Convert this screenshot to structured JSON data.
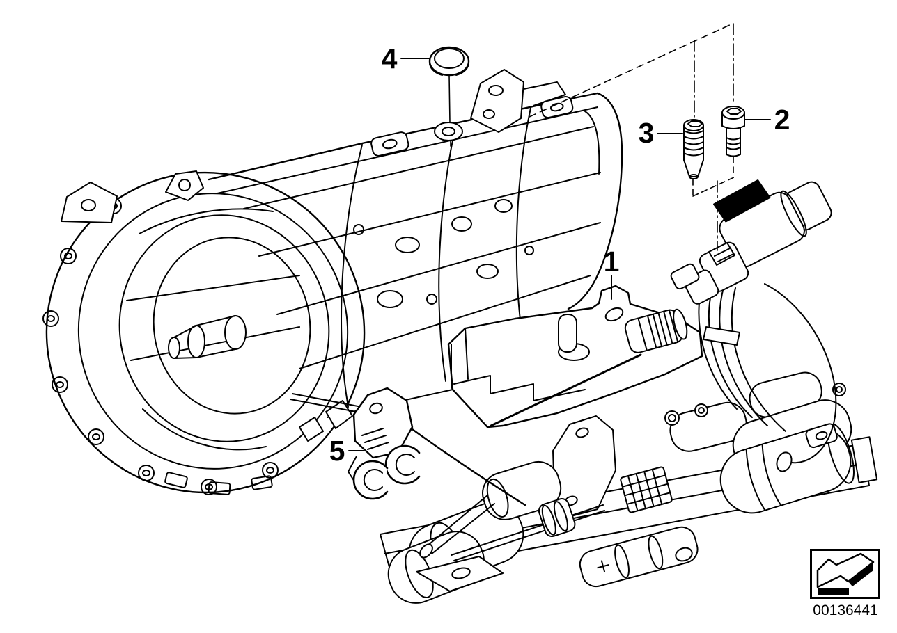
{
  "diagram": {
    "background": "#ffffff",
    "line_color": "#000000",
    "callouts": [
      {
        "label": "1"
      },
      {
        "label": "2"
      },
      {
        "label": "3"
      },
      {
        "label": "4"
      },
      {
        "label": "5"
      }
    ],
    "stamp": {
      "part_number": "00136441",
      "icon": "view-direction-arrow-icon"
    }
  }
}
